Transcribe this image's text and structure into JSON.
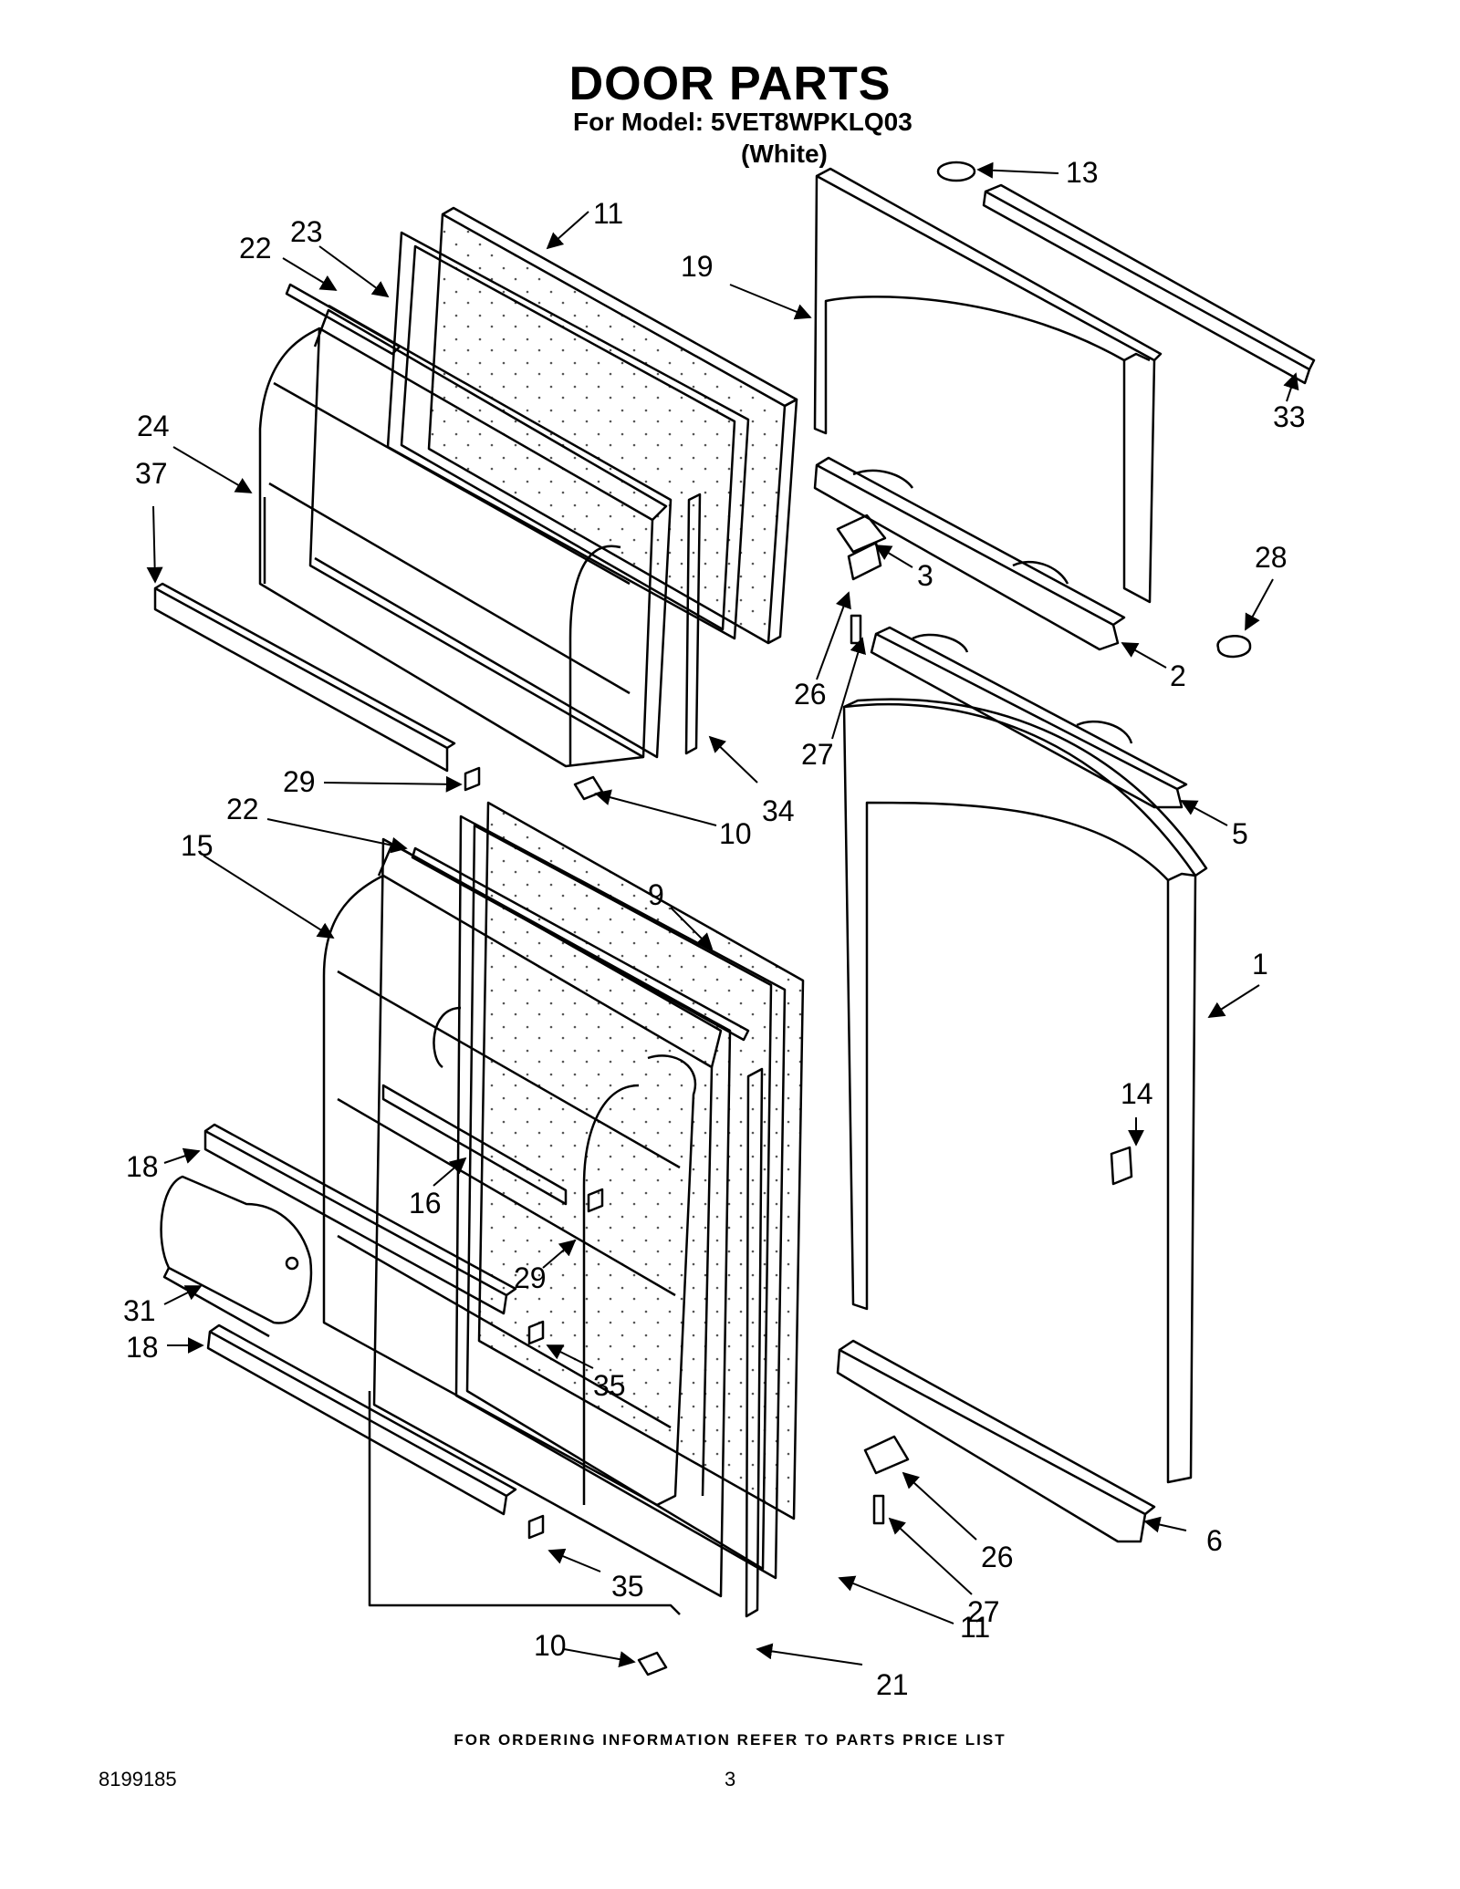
{
  "header": {
    "title": "DOOR PARTS",
    "model_line": "For Model: 5VET8WPKLQ03",
    "color_line": "(White)"
  },
  "callouts": [
    {
      "key": "c13",
      "label": "13"
    },
    {
      "key": "c11a",
      "label": "11"
    },
    {
      "key": "c22a",
      "label": "22"
    },
    {
      "key": "c23",
      "label": "23"
    },
    {
      "key": "c19",
      "label": "19"
    },
    {
      "key": "c33",
      "label": "33"
    },
    {
      "key": "c24",
      "label": "24"
    },
    {
      "key": "c37",
      "label": "37"
    },
    {
      "key": "c28",
      "label": "28"
    },
    {
      "key": "c3",
      "label": "3"
    },
    {
      "key": "c2",
      "label": "2"
    },
    {
      "key": "c26a",
      "label": "26"
    },
    {
      "key": "c27a",
      "label": "27"
    },
    {
      "key": "c29a",
      "label": "29"
    },
    {
      "key": "c34",
      "label": "34"
    },
    {
      "key": "c10a",
      "label": "10"
    },
    {
      "key": "c5",
      "label": "5"
    },
    {
      "key": "c22b",
      "label": "22"
    },
    {
      "key": "c15",
      "label": "15"
    },
    {
      "key": "c9",
      "label": "9"
    },
    {
      "key": "c1",
      "label": "1"
    },
    {
      "key": "c14",
      "label": "14"
    },
    {
      "key": "c18a",
      "label": "18"
    },
    {
      "key": "c16",
      "label": "16"
    },
    {
      "key": "c29b",
      "label": "29"
    },
    {
      "key": "c31",
      "label": "31"
    },
    {
      "key": "c18b",
      "label": "18"
    },
    {
      "key": "c35a",
      "label": "35"
    },
    {
      "key": "c26b",
      "label": "26"
    },
    {
      "key": "c6",
      "label": "6"
    },
    {
      "key": "c27b",
      "label": "27"
    },
    {
      "key": "c35b",
      "label": "35"
    },
    {
      "key": "c11b",
      "label": "11"
    },
    {
      "key": "c10b",
      "label": "10"
    },
    {
      "key": "c21",
      "label": "21"
    }
  ],
  "footer": {
    "ordering_note": "FOR ORDERING INFORMATION REFER TO PARTS PRICE LIST",
    "doc_number": "8199185",
    "page_number": "3"
  }
}
